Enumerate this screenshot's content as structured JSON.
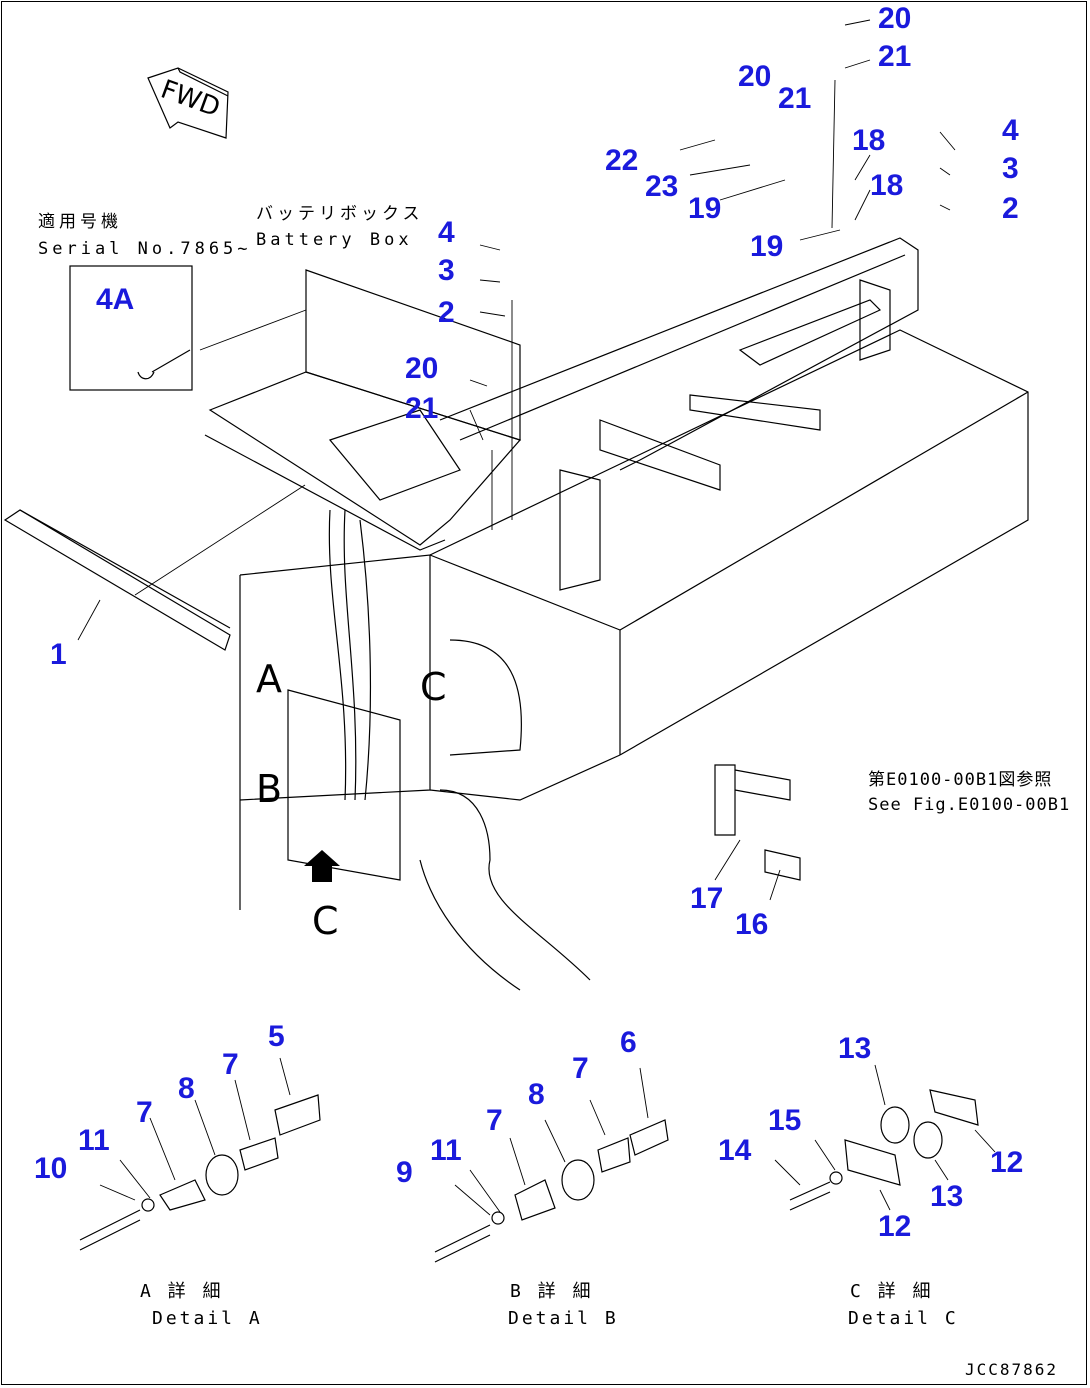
{
  "diagram": {
    "fwd_label": "FWD",
    "serial_jp": "適用号機",
    "serial_en": "Serial No.7865~",
    "battery_jp": "バッテリボックス",
    "battery_en": "Battery Box",
    "see_fig_jp": "第E0100-00B1図参照",
    "see_fig_en": "See Fig.E0100-00B1",
    "view_a": "A",
    "view_b": "B",
    "view_c": "C",
    "view_c2": "C",
    "detail_a_jp": "A 詳 細",
    "detail_a_en": "Detail A",
    "detail_b_jp": "B 詳 細",
    "detail_b_en": "Detail B",
    "detail_c_jp": "C 詳 細",
    "detail_c_en": "Detail C",
    "drawing_no": "JCC87862",
    "colors": {
      "callout": "#1a1adc",
      "line": "#000000"
    },
    "callouts": {
      "c1": "1",
      "c2a": "2",
      "c2b": "2",
      "c3a": "3",
      "c3b": "3",
      "c4a": "4",
      "c4b": "4",
      "c4A": "4A",
      "c20a": "20",
      "c20b": "20",
      "c20c": "20",
      "c21a": "21",
      "c21b": "21",
      "c21c": "21",
      "c22": "22",
      "c23": "23",
      "c18a": "18",
      "c18b": "18",
      "c19a": "19",
      "c19b": "19",
      "c17": "17",
      "c16": "16",
      "c5": "5",
      "c7a": "7",
      "c8a": "8",
      "c7b": "7",
      "c11a": "11",
      "c10": "10",
      "c6": "6",
      "c7c": "7",
      "c8b": "8",
      "c7d": "7",
      "c11b": "11",
      "c9": "9",
      "c13a": "13",
      "c15": "15",
      "c14": "14",
      "c12a": "12",
      "c13b": "13",
      "c12b": "12"
    }
  }
}
